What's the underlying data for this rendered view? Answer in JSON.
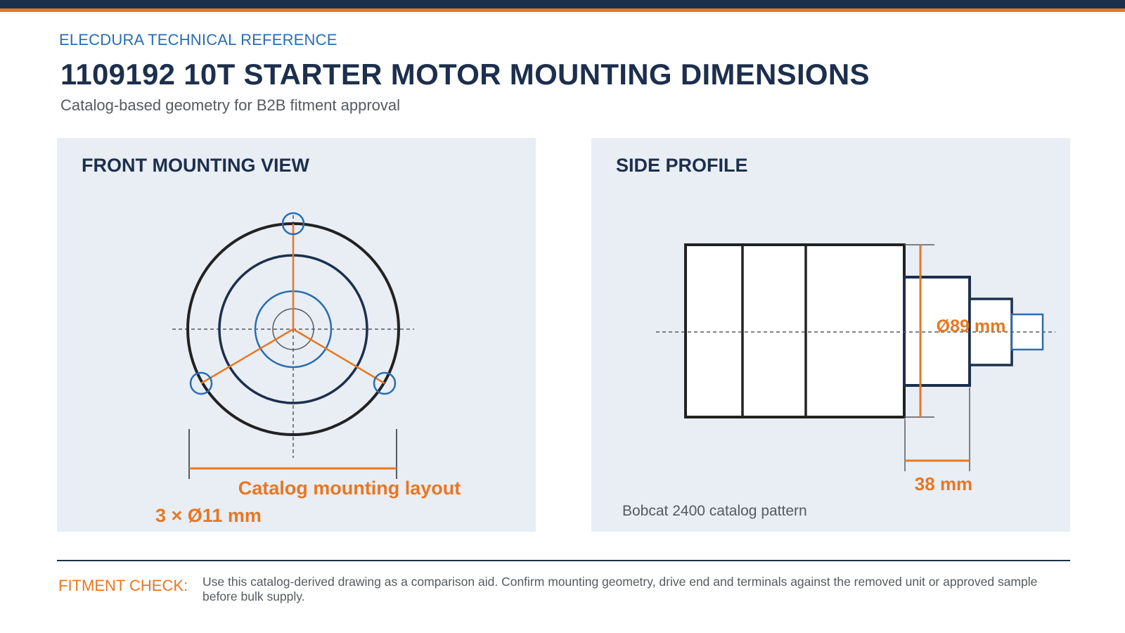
{
  "header": {
    "eyebrow": "ELECDURA TECHNICAL REFERENCE",
    "title": "1109192 10T STARTER MOTOR MOUNTING DIMENSIONS",
    "subtitle": "Catalog-based geometry for B2B fitment approval"
  },
  "front_view": {
    "title": "FRONT MOUNTING VIEW",
    "layout_label": "Catalog mounting layout",
    "hole_label": "3 × Ø11 mm",
    "hole_count": 3
  },
  "side_view": {
    "title": "SIDE PROFILE",
    "diameter_label": "Ø89 mm",
    "length_label": "38 mm",
    "pattern_label": "Bobcat 2400 catalog pattern"
  },
  "footer": {
    "label": "FITMENT CHECK:",
    "text": "Use this catalog-derived drawing as a comparison aid. Confirm mounting geometry, drive end and terminals against the removed unit or approved sample before bulk supply."
  },
  "colors": {
    "navy": "#1c2f4d",
    "orange": "#e87722",
    "blue": "#2a6db0",
    "panel": "#e9eef5"
  }
}
